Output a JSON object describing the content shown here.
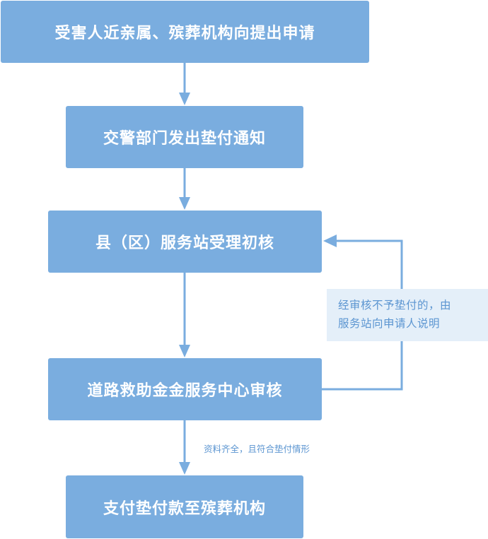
{
  "flowchart": {
    "steps": [
      {
        "label": "受害人近亲属、殡葬机构向提出申请"
      },
      {
        "label": "交警部门发出垫付通知"
      },
      {
        "label": "县（区）服务站受理初核"
      },
      {
        "label": "道路救助金金服务中心审核"
      },
      {
        "label": "支付垫付款至殡葬机构"
      }
    ],
    "feedback_note": {
      "line1": "经审核不予垫付的，由",
      "line2": "服务站向申请人说明"
    },
    "condition_label": "资料齐全，且符合垫付情形",
    "colors": {
      "box_fill": "#7aaddf",
      "box_text": "#ffffff",
      "connector": "#7aaddf",
      "note_fill": "#e4eff9",
      "note_text": "#5b95d1"
    }
  }
}
